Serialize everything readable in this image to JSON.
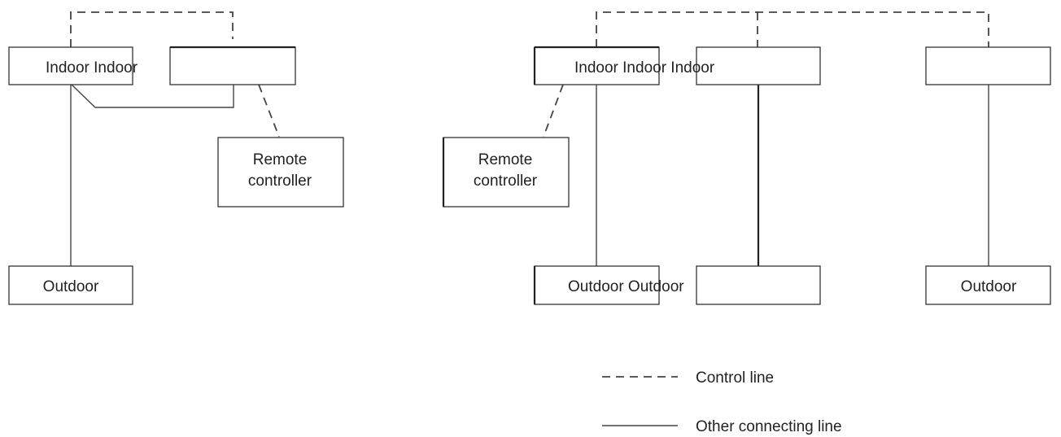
{
  "left_diagram": {
    "indoor_box_label": "Indoor Indoor",
    "remote_controller_line1": "Remote",
    "remote_controller_line2": "controller",
    "outdoor_label": "Outdoor"
  },
  "right_diagram": {
    "indoor_box_label": "Indoor Indoor Indoor",
    "remote_controller_line1": "Remote",
    "remote_controller_line2": "controller",
    "outdoor_box_label": "Outdoor Outdoor",
    "outdoor_right_label": "Outdoor"
  },
  "legend": {
    "control_line": "Control line",
    "other_line": "Other connecting line"
  }
}
